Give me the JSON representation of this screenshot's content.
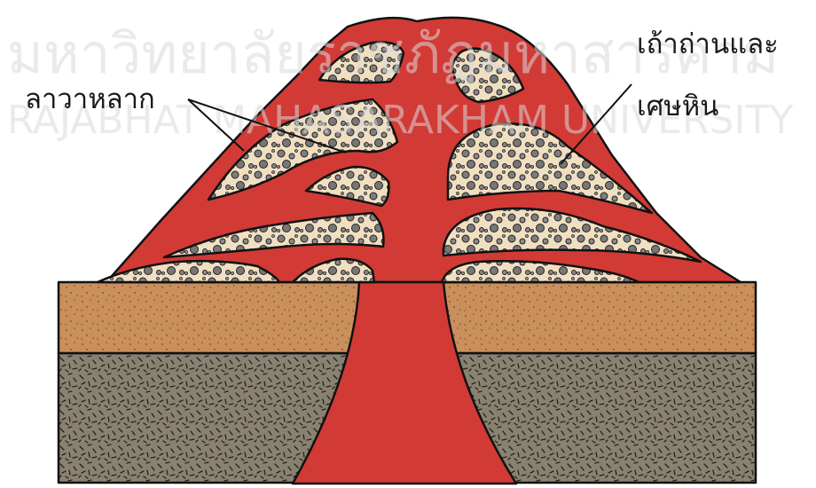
{
  "watermark": {
    "thai": "มหาวิทยาลัยราชภัฏมหาสารคาม",
    "english": "RAJABHAT MAHASARAKHAM UNIVERSITY"
  },
  "labels": {
    "lava_flow": "ลาวาหลาก",
    "ash_line1": "เถ้าถ่านและ",
    "ash_line2": "เศษหิน"
  },
  "colors": {
    "lava": "#d23a35",
    "ash_fill": "#f1dfc2",
    "ash_pebbles": "#7d7d7d",
    "topsoil": "#c98f5c",
    "bedrock": "#8a8270",
    "outline": "#111111"
  }
}
